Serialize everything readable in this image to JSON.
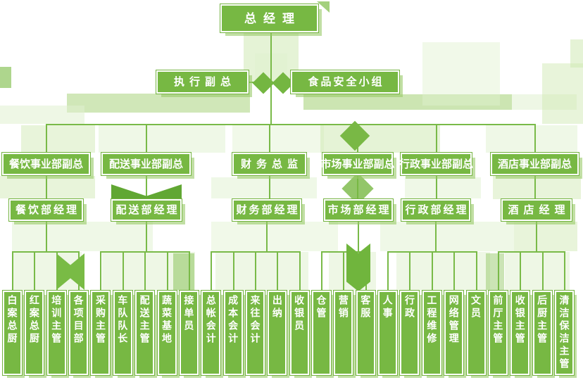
{
  "org": {
    "root": "总经理",
    "advisors": [
      "执行副总",
      "食品安全小组"
    ],
    "divisions": [
      {
        "deputy": "餐饮事业部副总",
        "manager": "餐饮部经理",
        "staff": [
          "白案总厨",
          "红案总厨",
          "培训主管",
          "各项目部"
        ]
      },
      {
        "deputy": "配送事业部副总",
        "manager": "配送部经理",
        "staff": [
          "采购主管",
          "车队队长",
          "配送主管",
          "蔬菜基地",
          "接单员"
        ]
      },
      {
        "deputy": "财务总监",
        "manager": "财务部经理",
        "staff": [
          "总帐会计",
          "成本会计",
          "来往会计",
          "出纳",
          "收银员"
        ]
      },
      {
        "deputy": "市场事业部副总",
        "manager": "市场部经理",
        "staff": [
          "仓管",
          "营销",
          "客服"
        ]
      },
      {
        "deputy": "行政事业部副总",
        "manager": "行政部经理",
        "staff": [
          "人事",
          "行政",
          "工程维修",
          "网络管理",
          "文员"
        ]
      },
      {
        "deputy": "酒店事业部副总",
        "manager": "酒店经理",
        "staff": [
          "前厅主管",
          "收银主管",
          "后厨主管",
          "清洁保洁主管"
        ]
      }
    ]
  },
  "colors": {
    "node_fill": "#77b843",
    "node_border": "#ffffff",
    "node_edge": "#74b340",
    "connector": "#79ba48",
    "shadow": "#98c968",
    "text": "#ffffff",
    "background": "#ffffff"
  }
}
